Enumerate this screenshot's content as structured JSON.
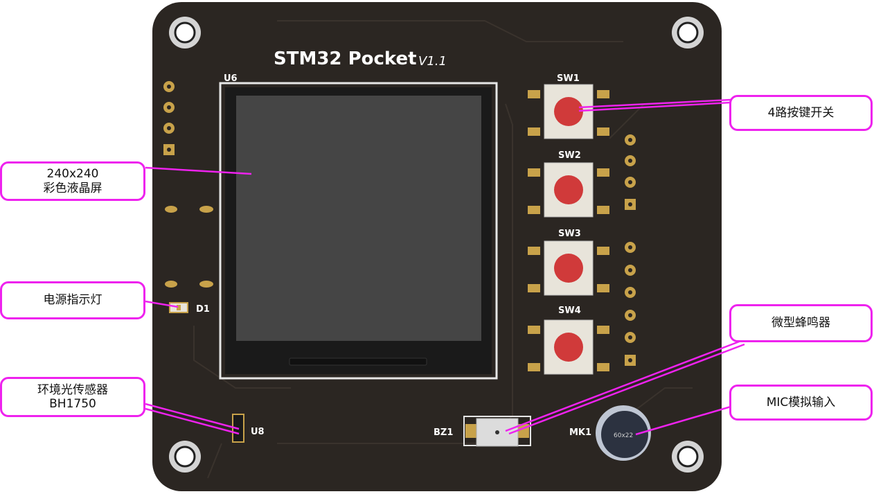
{
  "board": {
    "title": "STM32 Pocket",
    "version": "V1.1",
    "refs": {
      "lcd": "U6",
      "sw1": "SW1",
      "sw2": "SW2",
      "sw3": "SW3",
      "sw4": "SW4",
      "led": "D1",
      "sensor": "U8",
      "buzzer": "BZ1",
      "mic": "MK1",
      "mic_marking": "60x22"
    }
  },
  "callouts": {
    "lcd": {
      "line1": "240x240",
      "line2": "彩色液晶屏"
    },
    "buttons": "4路按键开关",
    "power_led": "电源指示灯",
    "light_sensor": {
      "line1": "环境光传感器",
      "line2": "BH1750"
    },
    "buzzer": "微型蜂鸣器",
    "mic": "MIC模拟输入"
  },
  "colors": {
    "pcb": "#2b2622",
    "callout": "#ee22ee",
    "button_cap": "#d03a3a",
    "pad": "#c8a24a"
  }
}
